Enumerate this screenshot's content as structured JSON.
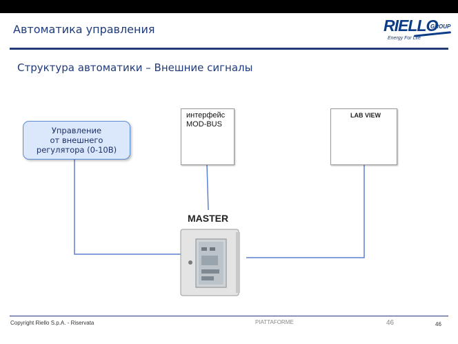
{
  "header": {
    "title": "Автоматика управления",
    "subtitle": "Структура автоматики – Внешние сигналы"
  },
  "logo": {
    "main": "RIELLO",
    "group": "GROUP",
    "tagline": "Energy For Life"
  },
  "diagram": {
    "control_box": "Управление\nот внешнего\nрегулятора (0-10В)",
    "modbus_label": "интерфейс\nMOD-BUS",
    "labview_label": "LAB VIEW",
    "master_label": "MASTER"
  },
  "footer": {
    "copyright": "Copyright Riello S.p.A. - Riservata",
    "center": "PIATTAFORME",
    "center_number": "46",
    "page_number": "46"
  },
  "colors": {
    "title": "#1f3a7a",
    "rule": "#233a78",
    "connector": "#5b7fd1",
    "box_fill": "#dbe8fb"
  }
}
